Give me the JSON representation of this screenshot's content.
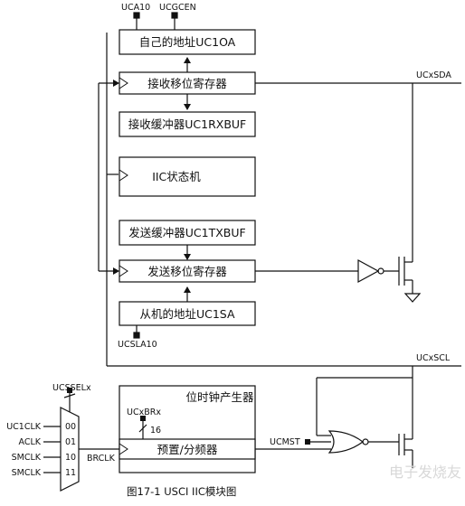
{
  "figure": {
    "caption": "图17-1 USCI IIC模块图",
    "watermark": "电子发烧友"
  },
  "blocks": {
    "own_address": "自己的地址UC1OA",
    "receive_shift": "接收移位寄存器",
    "receive_buffer": "接收缓冲器UC1RXBUF",
    "state_machine": "IIC状态机",
    "transmit_buffer": "发送缓冲器UC1TXBUF",
    "transmit_shift": "发送移位寄存器",
    "slave_address": "从机的地址UC1SA",
    "bitclock_group": "位时钟产生器",
    "prescaler": "预置/分频器"
  },
  "signals": {
    "uca10": "UCA10",
    "ucgcen": "UCGCEN",
    "ucsla10": "UCSLA10",
    "ucxsda": "UCxSDA",
    "ucxscl": "UCxSCL",
    "ucsselx": "UCSSELx",
    "ucxbrx": "UCxBRx",
    "bus_width": "16",
    "brclk": "BRCLK",
    "ucmst": "UCMST"
  },
  "mux": {
    "inputs": [
      {
        "label": "UC1CLK",
        "code": "00"
      },
      {
        "label": "ACLK",
        "code": "01"
      },
      {
        "label": "SMCLK",
        "code": "10"
      },
      {
        "label": "SMCLK",
        "code": "11"
      }
    ]
  },
  "icons": {
    "clock_input": "clock-triangle-icon",
    "inverter": "inverter-icon",
    "nor_gate": "nor-gate-icon",
    "transistor": "open-drain-transistor-icon",
    "ground": "ground-icon"
  }
}
